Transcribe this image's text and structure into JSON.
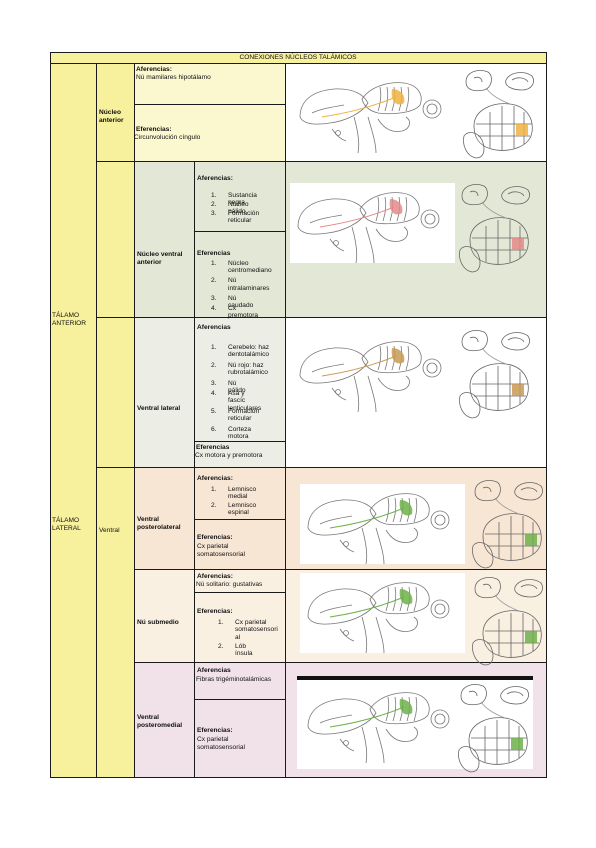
{
  "title": "CONEXIONES NÚCLEOS TALÁMICOS",
  "colors": {
    "yellow": "#f7f09c",
    "pale_yellow": "#fbf7cf",
    "green": "#e3e8d6",
    "grey_green": "#eceee6",
    "peach": "#f8e6d4",
    "peach_light": "#faf0e2",
    "pink": "#f1e1e9",
    "highlight_orange": "#f0b240",
    "highlight_red": "#e38a8a",
    "highlight_tan": "#c89a55",
    "highlight_green": "#6fb04a"
  },
  "col1": {
    "anterior": "TÁLAMO ANTERIOR",
    "lateral": "TÁLAMO LATERAL"
  },
  "col2": {
    "ventral": "Ventral"
  },
  "nucleo_anterior": {
    "name": "Núcleo anterior",
    "aferencias_label": "Aferencias:",
    "aferencias_text": "Nú mamilares hipotálamo",
    "eferencias_label": "Eferencias:",
    "eferencias_text": "Circunvolución cíngulo"
  },
  "ventral_anterior": {
    "name": "Núcleo ventral anterior",
    "aferencias_label": "Aferencias:",
    "aferencias": [
      {
        "n": "1.",
        "lines": [
          "Sustancia negra"
        ]
      },
      {
        "n": "2.",
        "lines": [
          "Núcleo pálido"
        ]
      },
      {
        "n": "3.",
        "lines": [
          "Formación",
          "reticular"
        ]
      }
    ],
    "eferencias_label": "Eferencias",
    "eferencias": [
      {
        "n": "1.",
        "lines": [
          "Núcleo",
          "centromediano"
        ]
      },
      {
        "n": "2.",
        "lines": [
          "Nú",
          "intralaminares"
        ]
      },
      {
        "n": "3.",
        "lines": [
          "Nú caudado"
        ]
      },
      {
        "n": "4.",
        "lines": [
          "Cx premotora"
        ]
      }
    ]
  },
  "ventral_lateral": {
    "name": "Ventral lateral",
    "aferencias_label": "Aferencias",
    "aferencias": [
      {
        "n": "1.",
        "lines": [
          "Cerebelo: haz",
          "dentotalámico"
        ]
      },
      {
        "n": "2.",
        "lines": [
          "Nú rojo: haz",
          "rubrotalámico"
        ]
      },
      {
        "n": "3.",
        "lines": [
          "Nú pálido"
        ]
      },
      {
        "n": "4.",
        "lines": [
          "Asa y fascíc",
          "lenticulares"
        ]
      },
      {
        "n": "5.",
        "lines": [
          "Formación",
          "reticular"
        ]
      },
      {
        "n": "6.",
        "lines": [
          "Corteza motora"
        ]
      }
    ],
    "eferencias_label": "Eferencias",
    "eferencias_text": "Cx motora y premotora"
  },
  "ventral_posterolateral": {
    "name": "Ventral posterolateral",
    "aferencias_label": "Aferencias:",
    "aferencias": [
      {
        "n": "1.",
        "lines": [
          "Lemnisco",
          "medial"
        ]
      },
      {
        "n": "2.",
        "lines": [
          "Lemnisco",
          "espinal"
        ]
      }
    ],
    "eferencias_label": "Eferencias:",
    "eferencias_lines": [
      "Cx parietal",
      "somatosensorial"
    ]
  },
  "nu_submedio": {
    "name": "Nú submedio",
    "aferencias_label": "Aferencias:",
    "aferencias_text": "Nú solitario: gustativas",
    "eferencias_label": "Eferencias:",
    "eferencias": [
      {
        "n": "1.",
        "lines": [
          "Cx parietal",
          "somatosensori",
          "al"
        ]
      },
      {
        "n": "2.",
        "lines": [
          "Lób ínsula"
        ]
      }
    ]
  },
  "ventral_posteromedial": {
    "name": "Ventral posteromedial",
    "aferencias_label": "Aferencias",
    "aferencias_text": "Fibras trigéminotalámicas",
    "eferencias_label": "Eferencias:",
    "eferencias_lines": [
      "Cx parietal",
      "somatosensorial"
    ]
  }
}
